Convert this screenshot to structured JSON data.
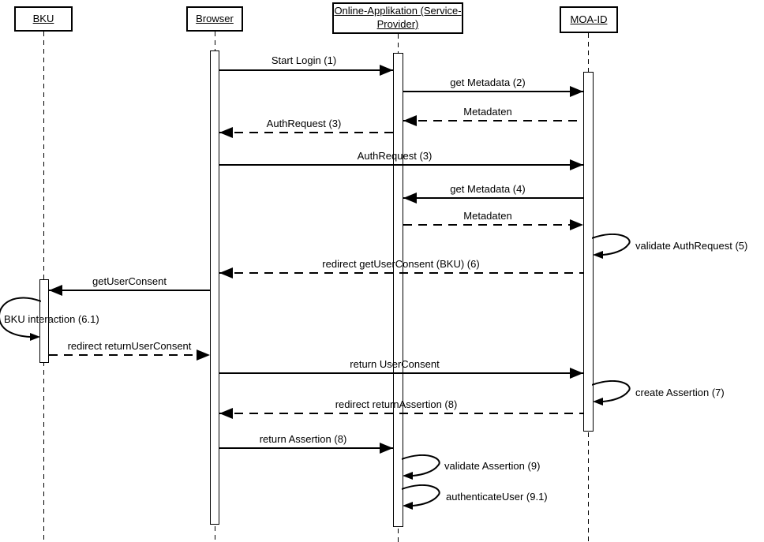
{
  "diagram": {
    "type": "uml-sequence",
    "background_color": "#ffffff",
    "line_color": "#000000",
    "actors": [
      {
        "id": "bku",
        "label": "BKU"
      },
      {
        "id": "browser",
        "label": "Browser"
      },
      {
        "id": "online-app",
        "label": "Online-Applikation (Service-Provider)",
        "label_lines": [
          "Online-Applikation (Service-",
          "Provider)"
        ]
      },
      {
        "id": "moa-id",
        "label": "MOA-ID"
      }
    ],
    "messages": [
      {
        "label": "Start Login (1)",
        "from": "Browser",
        "to": "Online-Applikation (Service-Provider)",
        "type": "solid"
      },
      {
        "label": "get Metadata (2)",
        "from": "Online-Applikation (Service-Provider)",
        "to": "MOA-ID",
        "type": "solid"
      },
      {
        "label": "Metadaten",
        "from": "MOA-ID",
        "to": "Online-Applikation (Service-Provider)",
        "type": "dashed"
      },
      {
        "label": "AuthRequest (3)",
        "from": "Online-Applikation (Service-Provider)",
        "to": "Browser",
        "type": "dashed"
      },
      {
        "label": "AuthRequest (3)",
        "from": "Browser",
        "to": "MOA-ID",
        "type": "solid"
      },
      {
        "label": "get Metadata (4)",
        "from": "MOA-ID",
        "to": "Online-Applikation (Service-Provider)",
        "type": "solid"
      },
      {
        "label": "Metadaten",
        "from": "Online-Applikation (Service-Provider)",
        "to": "MOA-ID",
        "type": "dashed"
      },
      {
        "label": "validate AuthRequest (5)",
        "from": "MOA-ID",
        "to": "MOA-ID",
        "type": "self"
      },
      {
        "label": "redirect getUserConsent (BKU) (6)",
        "from": "MOA-ID",
        "to": "Browser",
        "type": "dashed"
      },
      {
        "label": "getUserConsent",
        "from": "Browser",
        "to": "BKU",
        "type": "solid"
      },
      {
        "label": "BKU interaction (6.1)",
        "from": "BKU",
        "to": "BKU",
        "type": "self"
      },
      {
        "label": "redirect returnUserConsent",
        "from": "BKU",
        "to": "Browser",
        "type": "dashed"
      },
      {
        "label": "return UserConsent",
        "from": "Browser",
        "to": "MOA-ID",
        "type": "solid"
      },
      {
        "label": "create Assertion (7)",
        "from": "MOA-ID",
        "to": "MOA-ID",
        "type": "self"
      },
      {
        "label": "redirect returnAssertion (8)",
        "from": "MOA-ID",
        "to": "Browser",
        "type": "dashed"
      },
      {
        "label": "return Assertion (8)",
        "from": "Browser",
        "to": "Online-Applikation (Service-Provider)",
        "type": "solid"
      },
      {
        "label": "validate Assertion (9)",
        "from": "Online-Applikation (Service-Provider)",
        "to": "Online-Applikation (Service-Provider)",
        "type": "self"
      },
      {
        "label": "authenticateUser (9.1)",
        "from": "Online-Applikation (Service-Provider)",
        "to": "Online-Applikation (Service-Provider)",
        "type": "self"
      }
    ]
  }
}
